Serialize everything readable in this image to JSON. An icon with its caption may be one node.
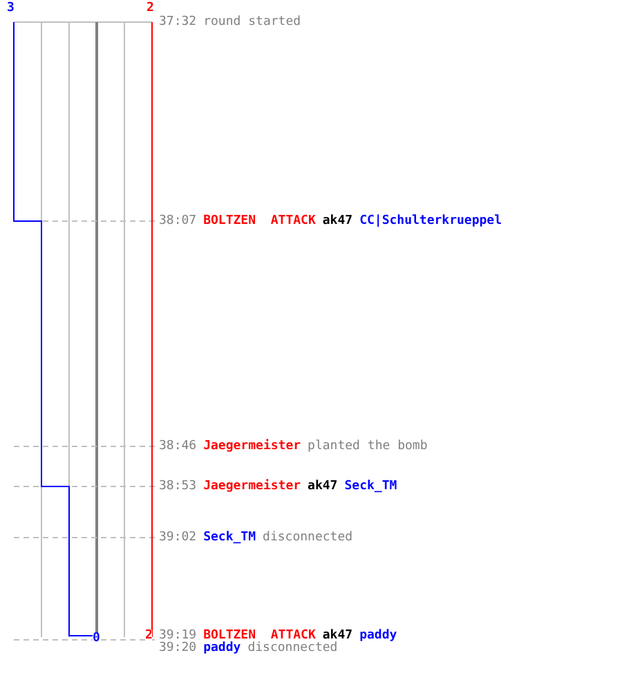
{
  "diagram": {
    "labels": [
      "3",
      "2",
      "37:32",
      "round started",
      "38:07",
      "BOLTZEN  ATTACK",
      "ak47",
      "CC|Schulterkrueppel",
      "38:46",
      "Jaegermeister",
      "planted the bomb",
      "38:53",
      "Jaegermeister",
      "ak47",
      "Seck_TM",
      "39:02",
      "Seck_TM",
      "disconnected",
      "0",
      "2",
      "39:19",
      "BOLTZEN  ATTACK",
      "ak47",
      "paddy",
      "39:20",
      "paddy",
      "disconnected"
    ]
  }
}
